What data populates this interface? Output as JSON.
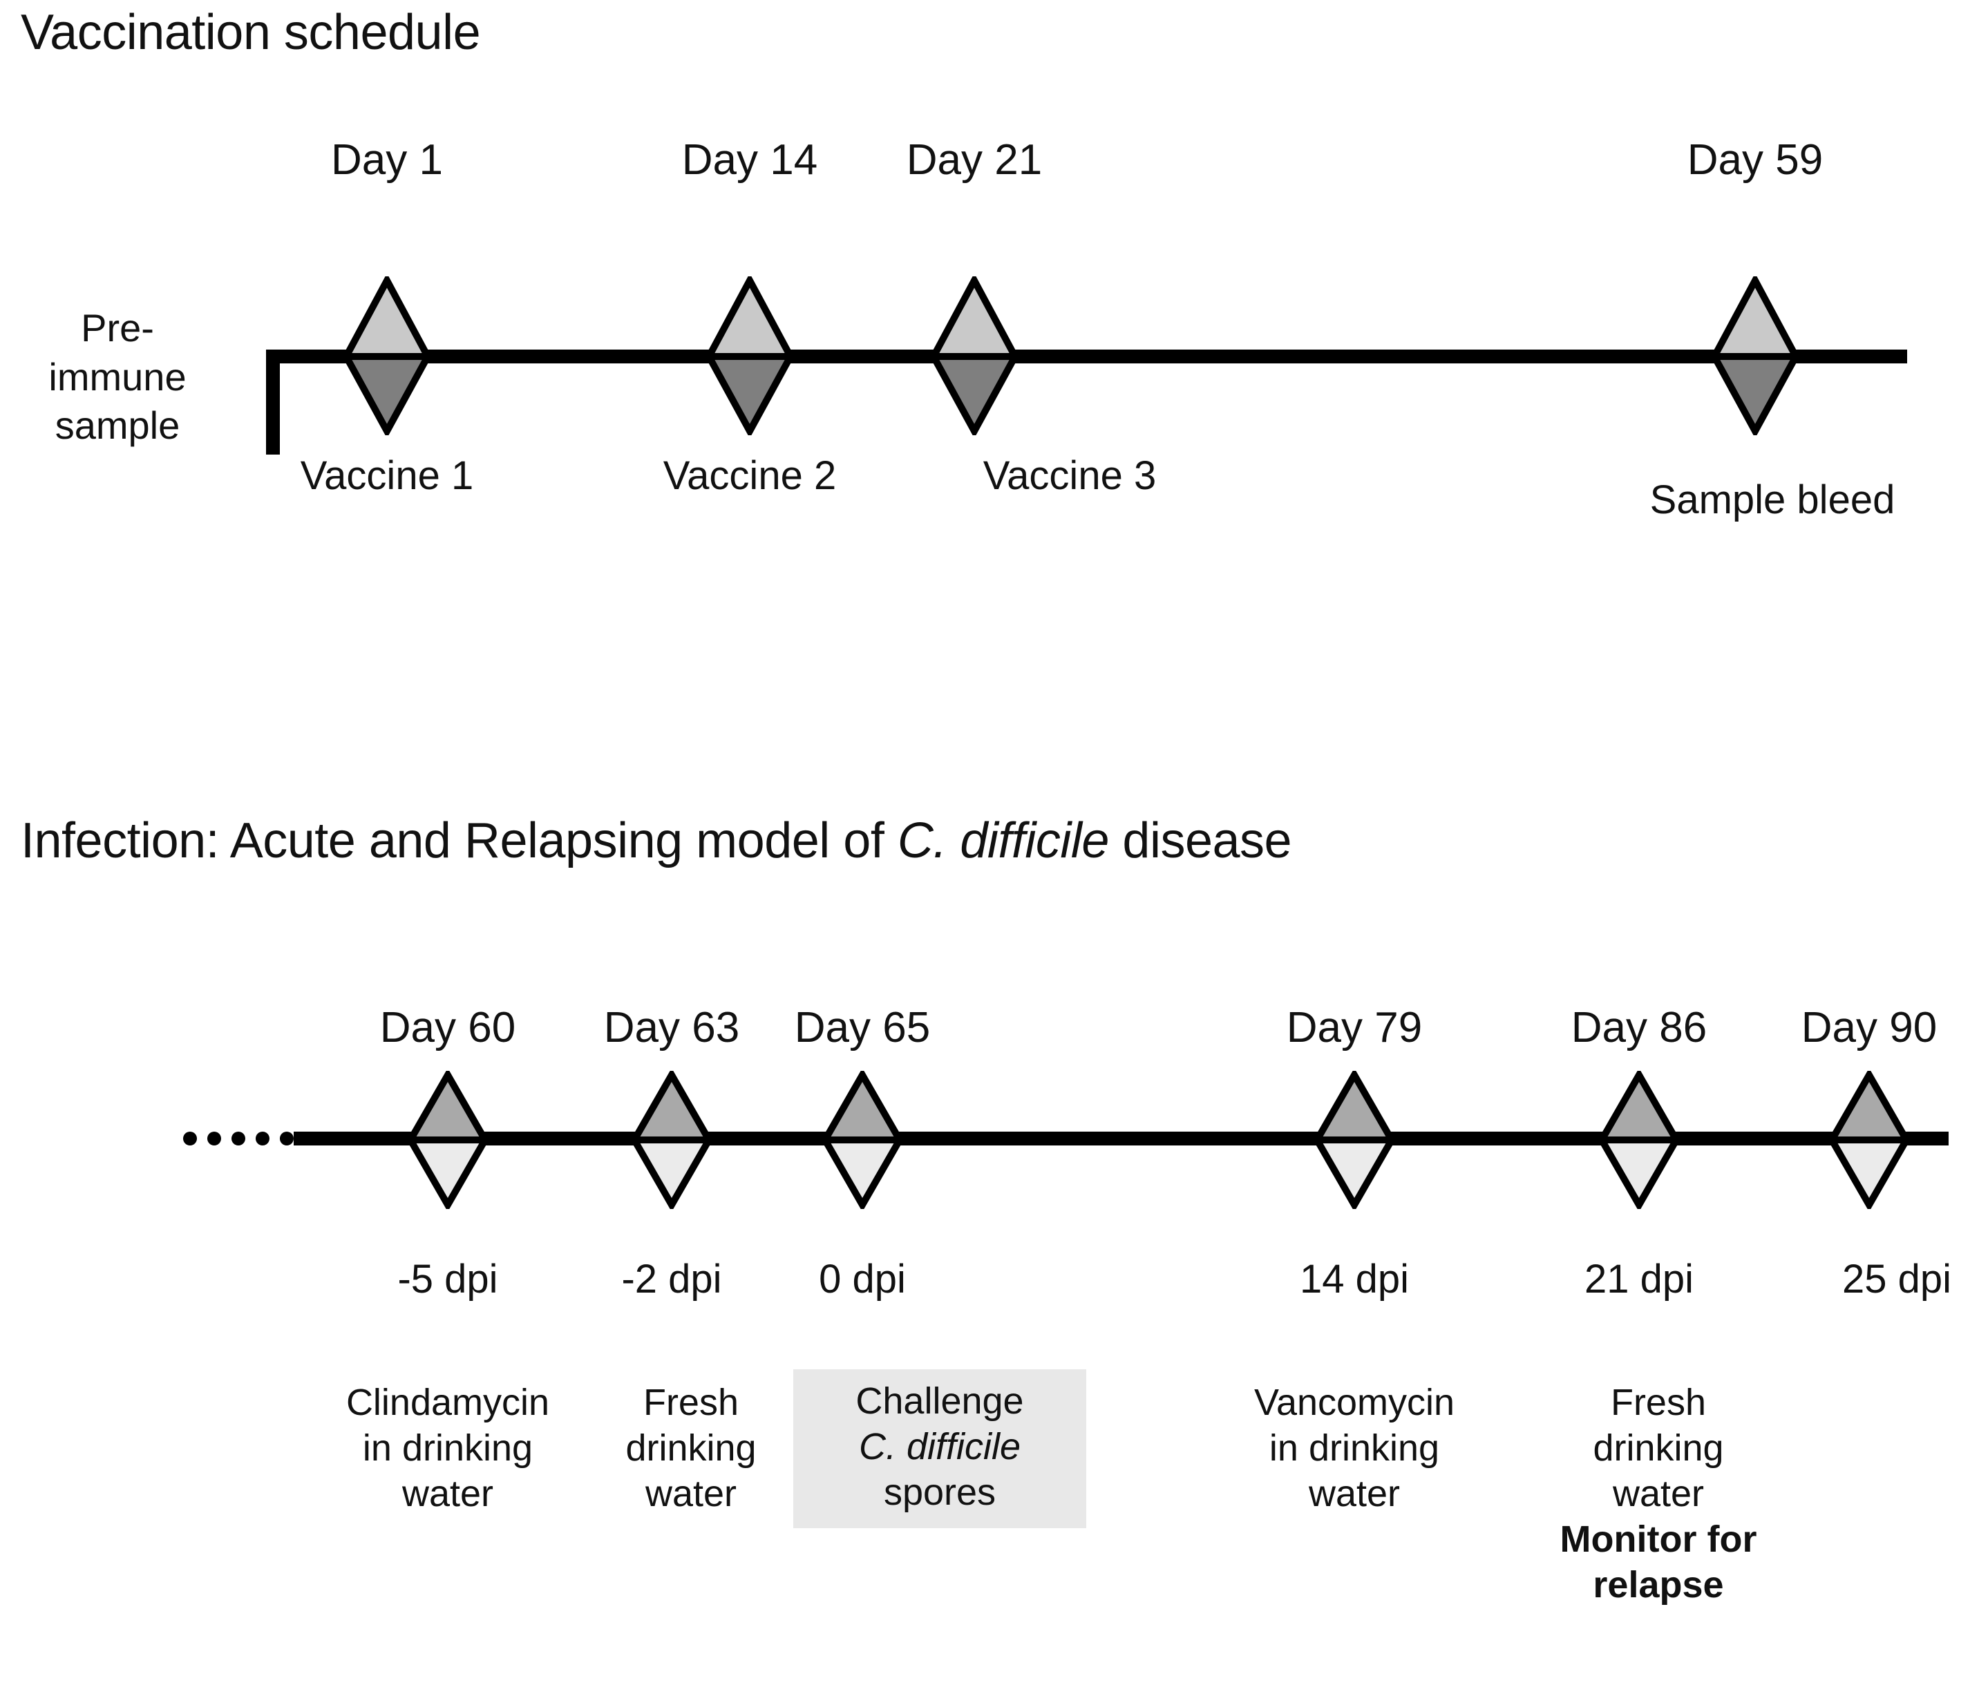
{
  "sections": [
    {
      "id": "vaccination",
      "title": "Vaccination schedule",
      "left_annotation": [
        "Pre-",
        "immune",
        "sample"
      ],
      "events": [
        {
          "day_label": "Day 1",
          "event_label": "Vaccine 1"
        },
        {
          "day_label": "Day 14",
          "event_label": "Vaccine 2"
        },
        {
          "day_label": "Day 21",
          "event_label": "Vaccine 3"
        },
        {
          "day_label": "Day 59",
          "event_label": "Sample bleed"
        }
      ]
    },
    {
      "id": "infection",
      "title_prefix": "Infection:  Acute and Relapsing model of ",
      "title_italic": "C. difficile",
      "title_suffix": " disease",
      "events": [
        {
          "day_label": "Day 60",
          "dpi_label": "-5 dpi",
          "detail_lines": [
            "Clindamycin",
            "in drinking",
            "water"
          ],
          "boxed": false,
          "bold_note": null
        },
        {
          "day_label": "Day 63",
          "dpi_label": "-2 dpi",
          "detail_lines": [
            "Fresh",
            "drinking",
            "water"
          ],
          "boxed": false,
          "bold_note": null
        },
        {
          "day_label": "Day 65",
          "dpi_label": "0 dpi",
          "detail_lines": [
            "Challenge",
            "C. difficile",
            "spores"
          ],
          "italic_line_index": 1,
          "boxed": true,
          "bold_note": null
        },
        {
          "day_label": "Day 79",
          "dpi_label": "14 dpi",
          "detail_lines": [
            "Vancomycin",
            "in drinking",
            "water"
          ],
          "boxed": false,
          "bold_note": null
        },
        {
          "day_label": "Day 86",
          "dpi_label": "21 dpi",
          "detail_lines": [
            "Fresh",
            "drinking",
            "water"
          ],
          "boxed": false,
          "bold_note": [
            "Monitor for",
            "relapse"
          ]
        },
        {
          "day_label": "Day 90",
          "dpi_label": "25 dpi",
          "detail_lines": [],
          "boxed": false,
          "bold_note": null
        }
      ]
    }
  ],
  "colors": {
    "line": "#000000",
    "diamond_top_vaccination": "#c9c9c9",
    "diamond_bottom_vaccination": "#7f7f7f",
    "diamond_top_infection": "#a9a9a9",
    "diamond_bottom_infection": "#ebebeb",
    "box_background": "#e8e8e8",
    "text": "#111111",
    "background": "#ffffff"
  }
}
